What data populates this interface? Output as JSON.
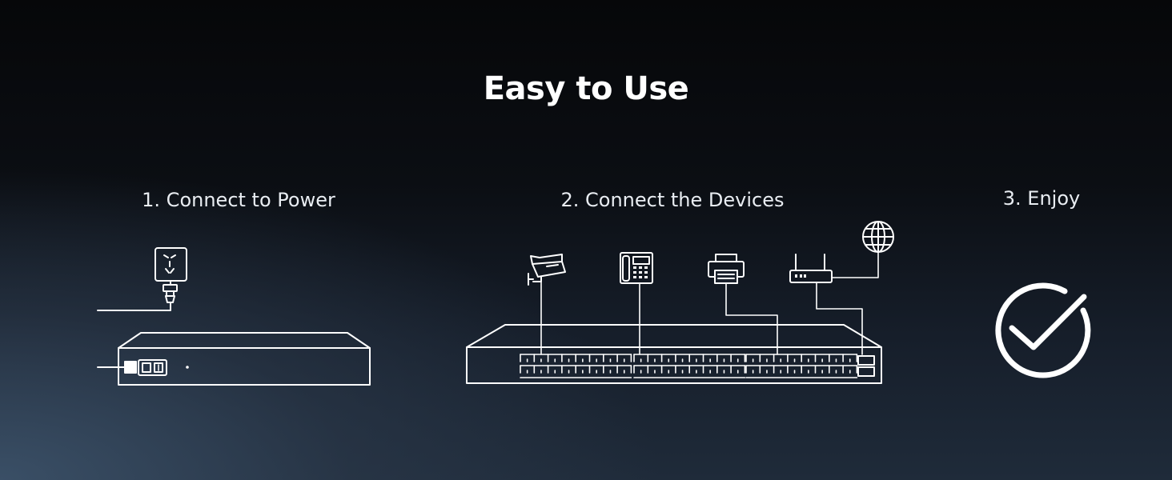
{
  "title": "Easy to Use",
  "steps": [
    {
      "label": "1. Connect to Power"
    },
    {
      "label": "2. Connect the Devices"
    },
    {
      "label": "3. Enjoy"
    }
  ],
  "devices": [
    "camera-icon",
    "phone-icon",
    "printer-icon",
    "router-icon",
    "globe-icon"
  ],
  "colors": {
    "line": "#ffffff"
  }
}
